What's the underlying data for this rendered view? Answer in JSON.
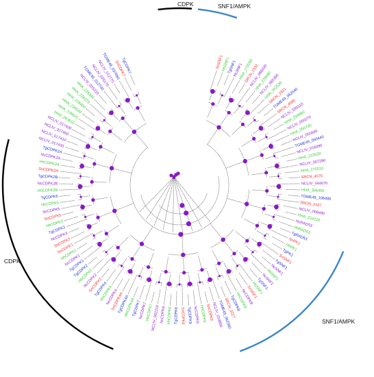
{
  "colors": {
    "tg": "#1f2fd6",
    "hh": "#33cc33",
    "nc": "#8e1bd6",
    "sn": "#ff2a2a",
    "node": "#8a18c8",
    "branch": "#555555",
    "cdpk_arc": "#000000",
    "snf_arc": "#3a86c8"
  },
  "clades": [
    {
      "label": "CDPK",
      "color": "cdpk_arc"
    },
    {
      "label": "SNF1/AMPK",
      "color": "snf_arc"
    },
    {
      "label": "CDPK",
      "color": "cdpk_arc"
    },
    {
      "label": "SNF1/AMPK",
      "color": "snf_arc"
    }
  ],
  "leaves": [
    {
      "label": "SnSNF1",
      "c": "sn"
    },
    {
      "label": "HhSNF1",
      "c": "hh"
    },
    {
      "label": "TgSNF1",
      "c": "tg"
    },
    {
      "label": "NcSNF1",
      "c": "nc"
    },
    {
      "label": "HHA_279260",
      "c": "hh"
    },
    {
      "label": "SRCN_2332",
      "c": "sn"
    },
    {
      "label": "NCLIV_066430",
      "c": "nc"
    },
    {
      "label": "HHA_229480",
      "c": "hh"
    },
    {
      "label": "NCLIV_065390",
      "c": "nc"
    },
    {
      "label": "HHA_262530",
      "c": "hh"
    },
    {
      "label": "SRCN_1921",
      "c": "sn"
    },
    {
      "label": "TGME49_062540",
      "c": "tg"
    },
    {
      "label": "SRCN_4590",
      "c": "sn"
    },
    {
      "label": "NCLIV_039110",
      "c": "nc"
    },
    {
      "label": "HHA_259960",
      "c": "hh"
    },
    {
      "label": "NCLIV_050270",
      "c": "nc"
    },
    {
      "label": "HHA_250730",
      "c": "hh"
    },
    {
      "label": "NCLIV_055840",
      "c": "nc"
    },
    {
      "label": "TGME49_050440",
      "c": "tg"
    },
    {
      "label": "NCLIV_016080",
      "c": "nc"
    },
    {
      "label": "HHA_215520",
      "c": "hh"
    },
    {
      "label": "NCLIV_007290",
      "c": "nc"
    },
    {
      "label": "HHA_275510",
      "c": "hh"
    },
    {
      "label": "SRCN_4076",
      "c": "sn"
    },
    {
      "label": "NCLIV_044670",
      "c": "nc"
    },
    {
      "label": "HHA_306450",
      "c": "hh"
    },
    {
      "label": "TGME49_106480",
      "c": "tg"
    },
    {
      "label": "SRCN_2327",
      "c": "sn"
    },
    {
      "label": "NCLIV_008490",
      "c": "nc"
    },
    {
      "label": "HHA_224120",
      "c": "hh"
    },
    {
      "label": "NcRAD53",
      "c": "nc"
    },
    {
      "label": "HhRAD53",
      "c": "hh"
    },
    {
      "label": "TgRAD53",
      "c": "tg"
    },
    {
      "label": "SnPK1",
      "c": "sn"
    },
    {
      "label": "HhPK1",
      "c": "hh"
    },
    {
      "label": "TgPK1",
      "c": "tg"
    },
    {
      "label": "SnSNF1",
      "c": "sn"
    },
    {
      "label": "TgSNF1",
      "c": "tg"
    },
    {
      "label": "NcSNF1",
      "c": "nc"
    },
    {
      "label": "HhSNF1",
      "c": "hh"
    },
    {
      "label": "NcSNF1",
      "c": "nc"
    },
    {
      "label": "TgSNF1",
      "c": "tg"
    },
    {
      "label": "HhSNF1",
      "c": "hh"
    },
    {
      "label": "SnSNF1",
      "c": "sn"
    },
    {
      "label": "NcCDPK8",
      "c": "nc"
    },
    {
      "label": "HhCDPK8",
      "c": "hh"
    },
    {
      "label": "TgCDPK8",
      "c": "tg"
    },
    {
      "label": "SRCN_3227",
      "c": "sn"
    },
    {
      "label": "TGME49_062360",
      "c": "tg"
    },
    {
      "label": "NCLIV_019850",
      "c": "nc"
    },
    {
      "label": "SnCDPK9",
      "c": "sn"
    },
    {
      "label": "HhCDPK9",
      "c": "hh"
    },
    {
      "label": "NcCDPK9",
      "c": "nc"
    },
    {
      "label": "TgCDPK9",
      "c": "tg"
    },
    {
      "label": "SnCDPK6",
      "c": "sn"
    },
    {
      "label": "TgCDPK6",
      "c": "tg"
    },
    {
      "label": "HhCDPK6",
      "c": "hh"
    },
    {
      "label": "NcCDPK6",
      "c": "nc"
    },
    {
      "label": "NCLIV_062210",
      "c": "nc"
    },
    {
      "label": "HhCDPK7",
      "c": "hh"
    },
    {
      "label": "NcCDPK7",
      "c": "nc"
    },
    {
      "label": "TgCDPK7",
      "c": "tg"
    },
    {
      "label": "HhCDPK4A",
      "c": "hh"
    },
    {
      "label": "TgCDPK4A",
      "c": "tg"
    },
    {
      "label": "SnCDPK4A",
      "c": "sn"
    },
    {
      "label": "NcCDPK4",
      "c": "nc"
    },
    {
      "label": "HhCDPK4",
      "c": "hh"
    },
    {
      "label": "TgCDPK4",
      "c": "tg"
    },
    {
      "label": "SnCDPK2",
      "c": "sn"
    },
    {
      "label": "NcCDPK2",
      "c": "nc"
    },
    {
      "label": "HhCDPK2",
      "c": "hh"
    },
    {
      "label": "TgCDPK2",
      "c": "tg"
    },
    {
      "label": "TgCDPK1",
      "c": "tg"
    },
    {
      "label": "NcCDPK1",
      "c": "nc"
    },
    {
      "label": "HhCDPK1",
      "c": "hh"
    },
    {
      "label": "SnCDPK1",
      "c": "sn"
    },
    {
      "label": "SnCDPK3",
      "c": "sn"
    },
    {
      "label": "NcCDPK3",
      "c": "nc"
    },
    {
      "label": "TgCDPK3",
      "c": "tg"
    },
    {
      "label": "HhCDPK3",
      "c": "hh"
    },
    {
      "label": "SnCDPK5",
      "c": "sn"
    },
    {
      "label": "NcCDPK5",
      "c": "nc"
    },
    {
      "label": "HhCDPK5",
      "c": "hh"
    },
    {
      "label": "TgCDPK5",
      "c": "tg"
    },
    {
      "label": "HhCDPK2B",
      "c": "hh"
    },
    {
      "label": "NcCDPK2B",
      "c": "nc"
    },
    {
      "label": "TgCDPK2B",
      "c": "tg"
    },
    {
      "label": "SnCDPK2A",
      "c": "sn"
    },
    {
      "label": "HhCDPK2A",
      "c": "hh"
    },
    {
      "label": "NcCDPK2A",
      "c": "nc"
    },
    {
      "label": "TgCDPK2A",
      "c": "tg"
    },
    {
      "label": "NCLIV_017430",
      "c": "nc"
    },
    {
      "label": "NCLIV_017410",
      "c": "nc"
    },
    {
      "label": "NCLIV_017460",
      "c": "nc"
    },
    {
      "label": "NCLIV_017400",
      "c": "nc"
    },
    {
      "label": "HHA_263610",
      "c": "hh"
    },
    {
      "label": "HHA_226620",
      "c": "hh"
    },
    {
      "label": "HHA_226530",
      "c": "hh"
    },
    {
      "label": "HHA_226400",
      "c": "hh"
    },
    {
      "label": "HHA_226370",
      "c": "hh"
    },
    {
      "label": "HHA_226340",
      "c": "hh"
    },
    {
      "label": "NCLIV_025210",
      "c": "nc"
    },
    {
      "label": "TGME49_012740",
      "c": "tg"
    },
    {
      "label": "NCLIV_025170",
      "c": "nc"
    },
    {
      "label": "NCLIV_012770",
      "c": "nc"
    },
    {
      "label": "TGME49_037660",
      "c": "tg"
    },
    {
      "label": "SnCDPK7",
      "c": "sn"
    },
    {
      "label": "TgCDPK7",
      "c": "tg"
    }
  ]
}
